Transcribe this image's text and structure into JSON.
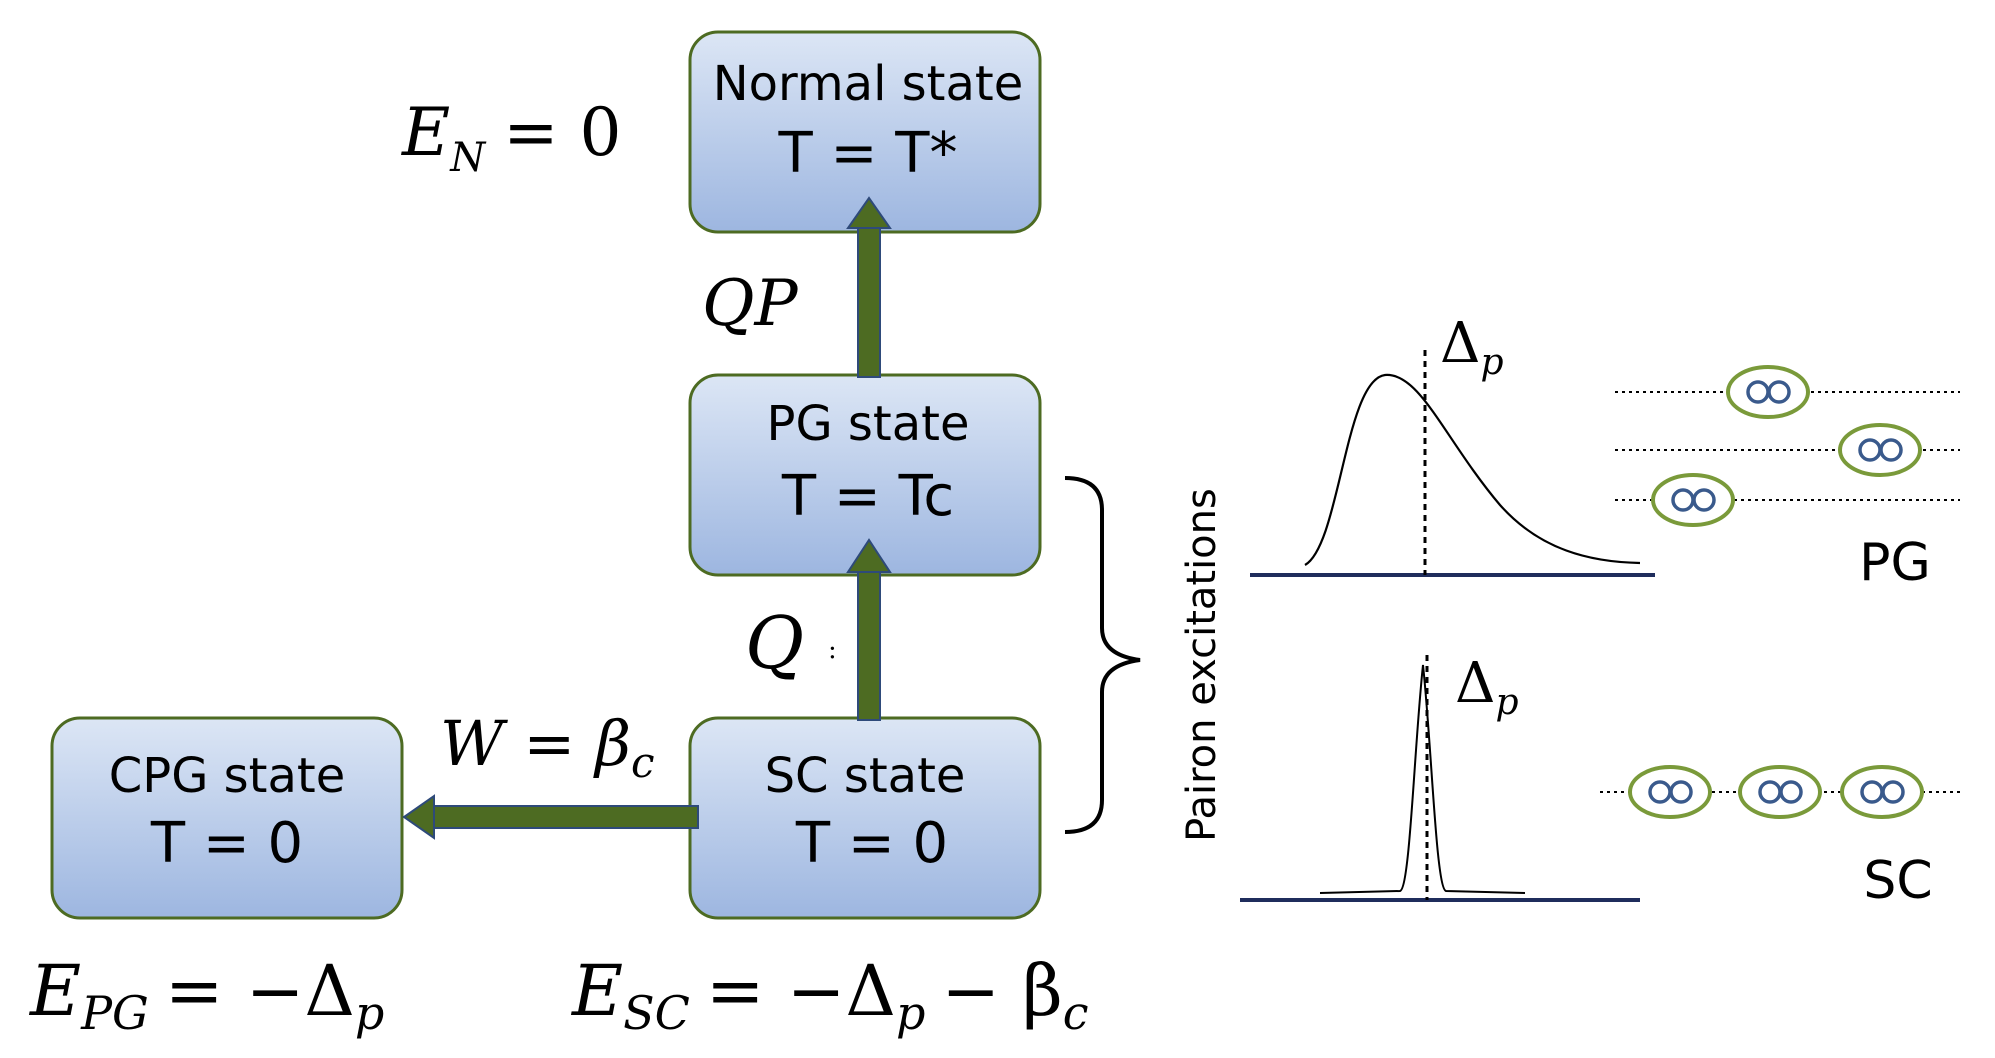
{
  "states": {
    "normal": {
      "title": "Normal state",
      "temp": "T = T*"
    },
    "pg": {
      "title": "PG state",
      "temp": "T = Tc"
    },
    "sc": {
      "title": "SC state",
      "temp": "T = 0"
    },
    "cpg": {
      "title": "CPG state",
      "temp": "T = 0"
    }
  },
  "energies": {
    "normal": {
      "sym": "E",
      "sub": "N",
      "rhs": "= 0"
    },
    "pg": {
      "sym": "E",
      "sub": "PG",
      "rhs1": "= −Δ",
      "rhs1_sub": "p"
    },
    "sc": {
      "sym": "E",
      "sub": "SC",
      "rhs1": "= −Δ",
      "rhs1_sub": "p",
      "rhs2": "− β",
      "rhs2_sub": "c"
    }
  },
  "transitions": {
    "qp": {
      "label": "QP"
    },
    "q": {
      "label": "Q",
      "extra": ":"
    },
    "w": {
      "label": "W = β",
      "label_sub": "c"
    }
  },
  "excitations": {
    "axis_label": "Pairon excitations",
    "top": {
      "marker": "Δ",
      "marker_sub": "p",
      "panel_label": "PG"
    },
    "bottom": {
      "marker": "Δ",
      "marker_sub": "p",
      "panel_label": "SC"
    }
  },
  "colors": {
    "box_top": "#dce6f5",
    "box_bottom": "#9db6e0",
    "box_border": "#4d6b22",
    "arrow_fill": "#4d6b22",
    "arrow_edge": "#2e4a7a",
    "baseline": "#1f2d5c",
    "pair_oval": "#7a9a3a",
    "pair_circle": "#3a5a8c"
  }
}
